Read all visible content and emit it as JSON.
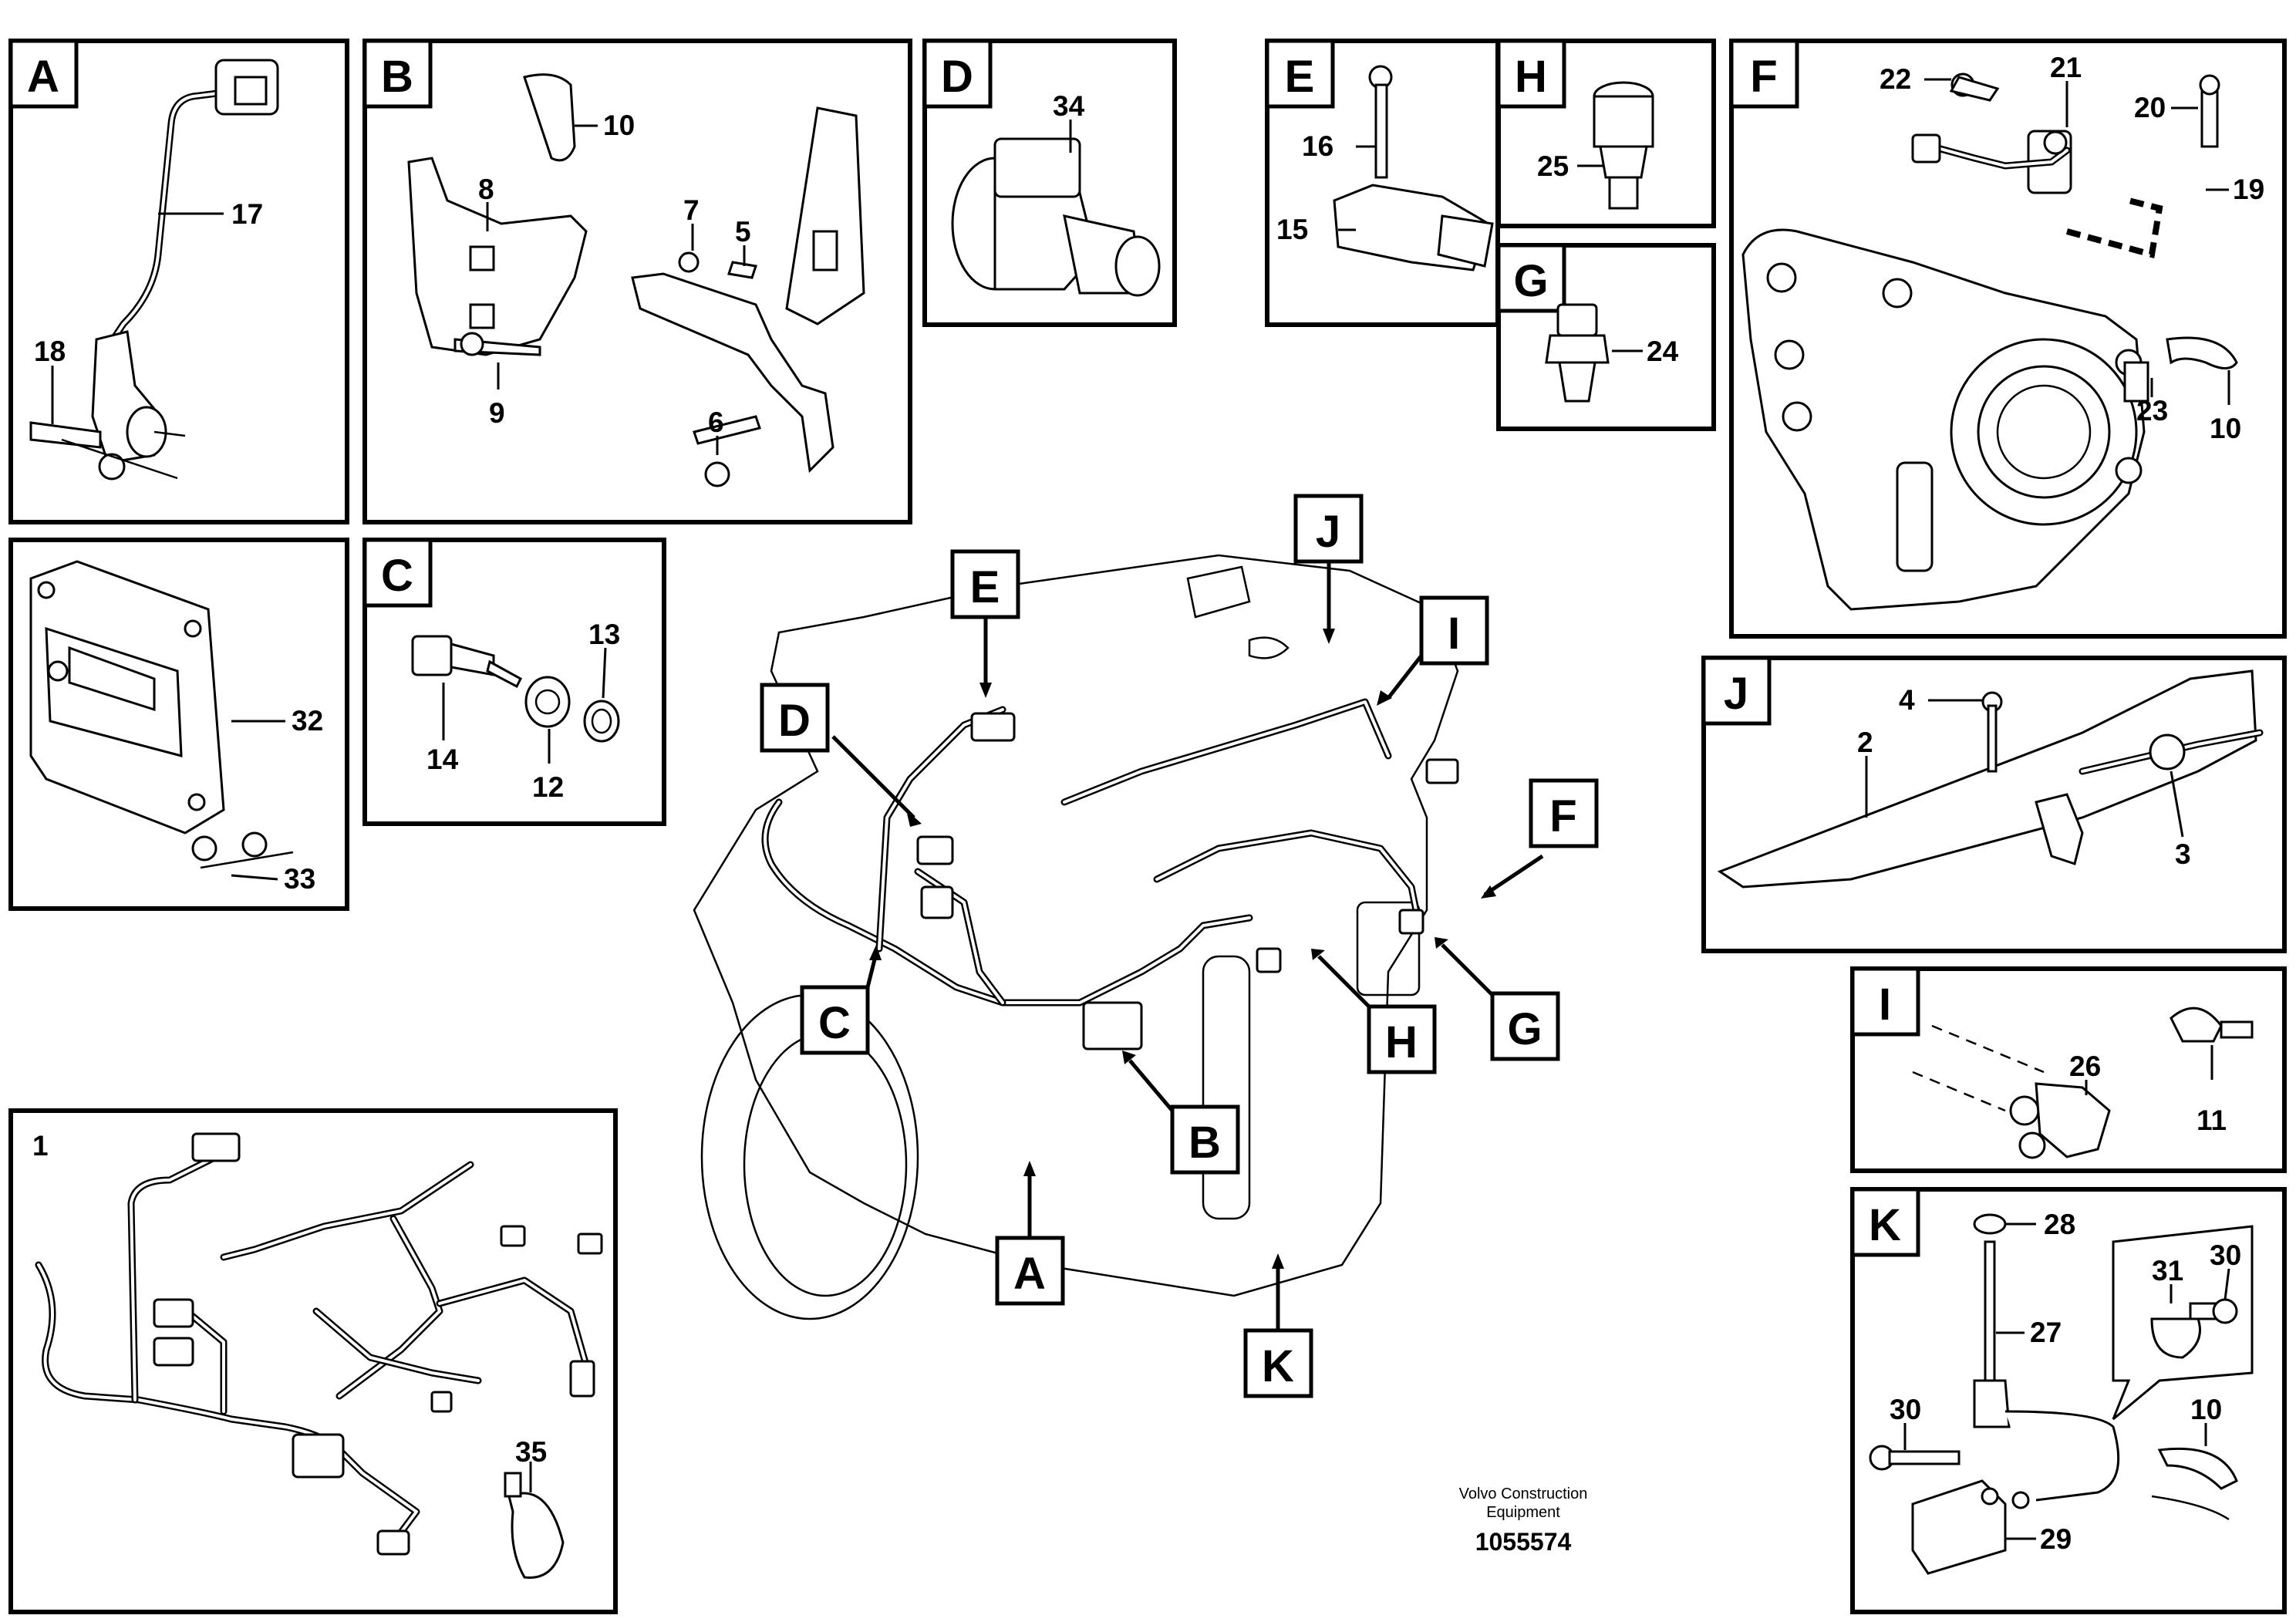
{
  "panels": {
    "A": {
      "letter": "A",
      "callouts": [
        "17",
        "18"
      ]
    },
    "B": {
      "letter": "B",
      "callouts": [
        "10",
        "8",
        "7",
        "5",
        "9",
        "6"
      ]
    },
    "C": {
      "letter": "C",
      "callouts": [
        "13",
        "14",
        "12"
      ]
    },
    "D": {
      "letter": "D",
      "callouts": [
        "34"
      ]
    },
    "E": {
      "letter": "E",
      "callouts": [
        "16",
        "15"
      ]
    },
    "H": {
      "letter": "H",
      "callouts": [
        "25"
      ]
    },
    "G": {
      "letter": "G",
      "callouts": [
        "24"
      ]
    },
    "F": {
      "letter": "F",
      "callouts": [
        "22",
        "21",
        "20",
        "19",
        "23",
        "10"
      ]
    },
    "J": {
      "letter": "J",
      "callouts": [
        "4",
        "2",
        "3"
      ]
    },
    "I": {
      "letter": "I",
      "callouts": [
        "26",
        "11"
      ]
    },
    "K": {
      "letter": "K",
      "callouts": [
        "28",
        "31",
        "30",
        "27",
        "30",
        "10",
        "29"
      ]
    },
    "harness": {
      "letter": "1",
      "callouts": [
        "35"
      ]
    },
    "ecu": {
      "callouts": [
        "32",
        "33"
      ]
    }
  },
  "engine_tags": [
    "E",
    "J",
    "I",
    "D",
    "F",
    "C",
    "H",
    "G",
    "B",
    "A",
    "K"
  ],
  "footer": {
    "company_line1": "Volvo Construction",
    "company_line2": "Equipment",
    "drawing_number": "1055574"
  }
}
